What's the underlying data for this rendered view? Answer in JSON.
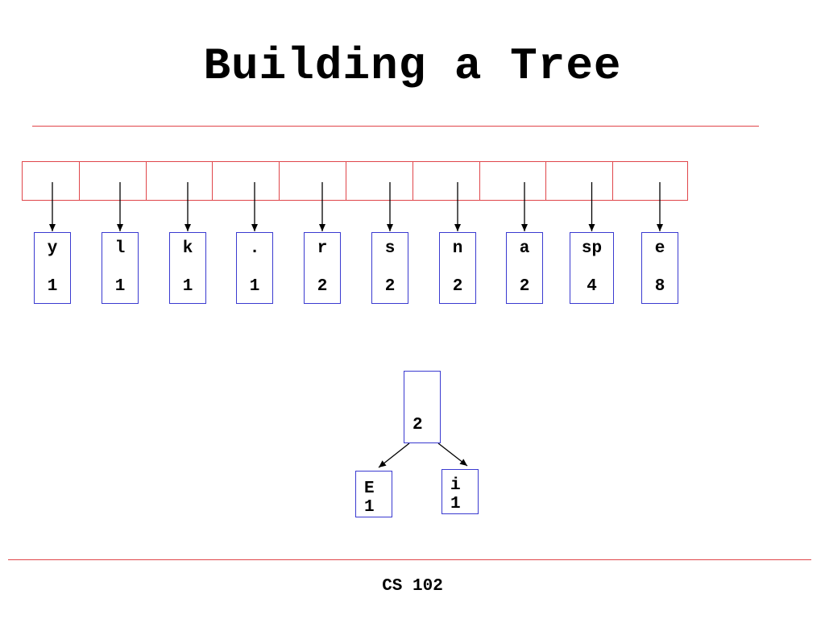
{
  "slide": {
    "title": "Building a Tree",
    "footer": "CS 102"
  },
  "colors": {
    "queue_border": "#e0464a",
    "node_border": "#3a3ad0",
    "rule": "#e0464a"
  },
  "queue_nodes": [
    {
      "char": "y",
      "weight": "1"
    },
    {
      "char": "l",
      "weight": "1"
    },
    {
      "char": "k",
      "weight": "1"
    },
    {
      "char": ".",
      "weight": "1"
    },
    {
      "char": "r",
      "weight": "2"
    },
    {
      "char": "s",
      "weight": "2"
    },
    {
      "char": "n",
      "weight": "2"
    },
    {
      "char": "a",
      "weight": "2"
    },
    {
      "char": "sp",
      "weight": "4"
    },
    {
      "char": "e",
      "weight": "8"
    }
  ],
  "subtree": {
    "root_weight": "2",
    "left": {
      "char": "E",
      "weight": "1"
    },
    "right": {
      "char": "i",
      "weight": "1"
    }
  }
}
